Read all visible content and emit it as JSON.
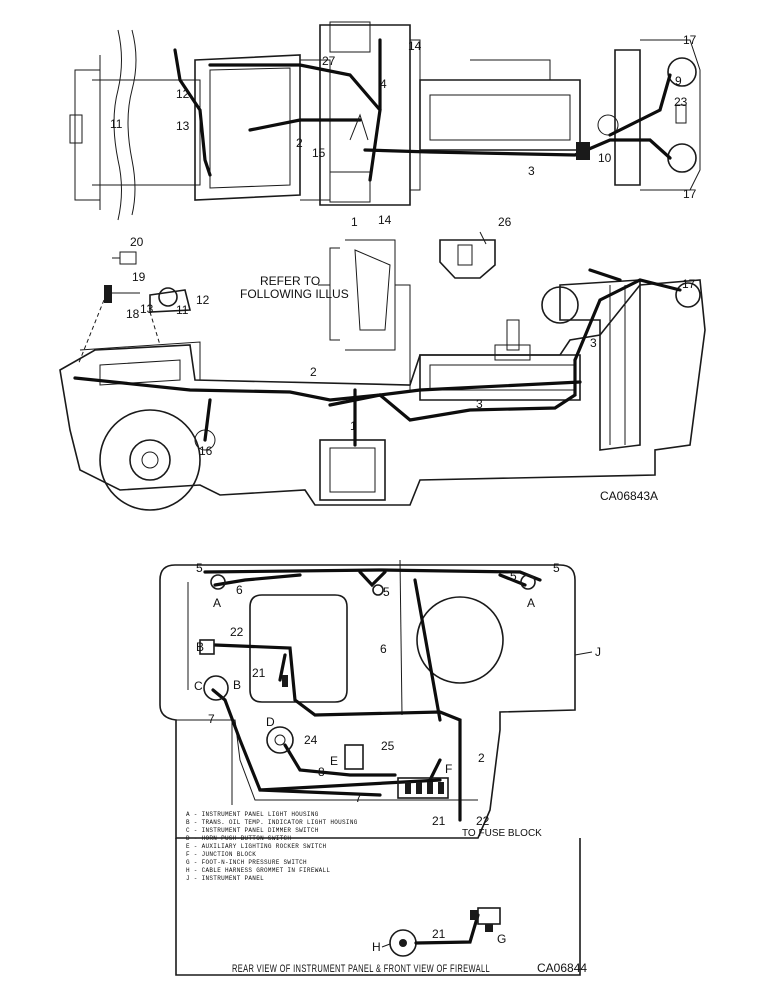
{
  "top_labels": [
    "17",
    "9",
    "23",
    "17",
    "27",
    "14",
    "4",
    "12",
    "13",
    "11",
    "2",
    "15",
    "1",
    "14",
    "3",
    "10"
  ],
  "side_labels": [
    "20",
    "19",
    "18",
    "13",
    "11",
    "12",
    "26",
    "17",
    "3",
    "2",
    "3",
    "16",
    "1"
  ],
  "refer_text": [
    "REFER TO",
    "FOLLOWING ILLUS"
  ],
  "fig1_code": "CA06843A",
  "panel_labels": [
    "5",
    "5",
    "5",
    "6",
    "A",
    "A",
    "5",
    "6",
    "22",
    "B",
    "21",
    "B",
    "C",
    "7",
    "D",
    "24",
    "8",
    "25",
    "E",
    "F",
    "2",
    "7",
    "J",
    "21",
    "22"
  ],
  "fuse_note": "TO FUSE BLOCK",
  "legend": [
    "A - INSTRUMENT PANEL LIGHT HOUSING",
    "B - TRANS. OIL TEMP. INDICATOR LIGHT HOUSING",
    "C - INSTRUMENT PANEL DIMMER SWITCH",
    "D - HORN PUSH-BUTTON SWITCH",
    "E - AUXILIARY LIGHTING ROCKER SWITCH",
    "F - JUNCTION BLOCK",
    "G - FOOT-N-INCH PRESSURE SWITCH",
    "H - CABLE HARNESS GROMMET IN FIREWALL",
    "J - INSTRUMENT PANEL"
  ],
  "bottom_labels": [
    "21",
    "G",
    "H"
  ],
  "caption": "REAR VIEW OF INSTRUMENT PANEL & FRONT VIEW OF FIREWALL",
  "fig2_code": "CA06844"
}
